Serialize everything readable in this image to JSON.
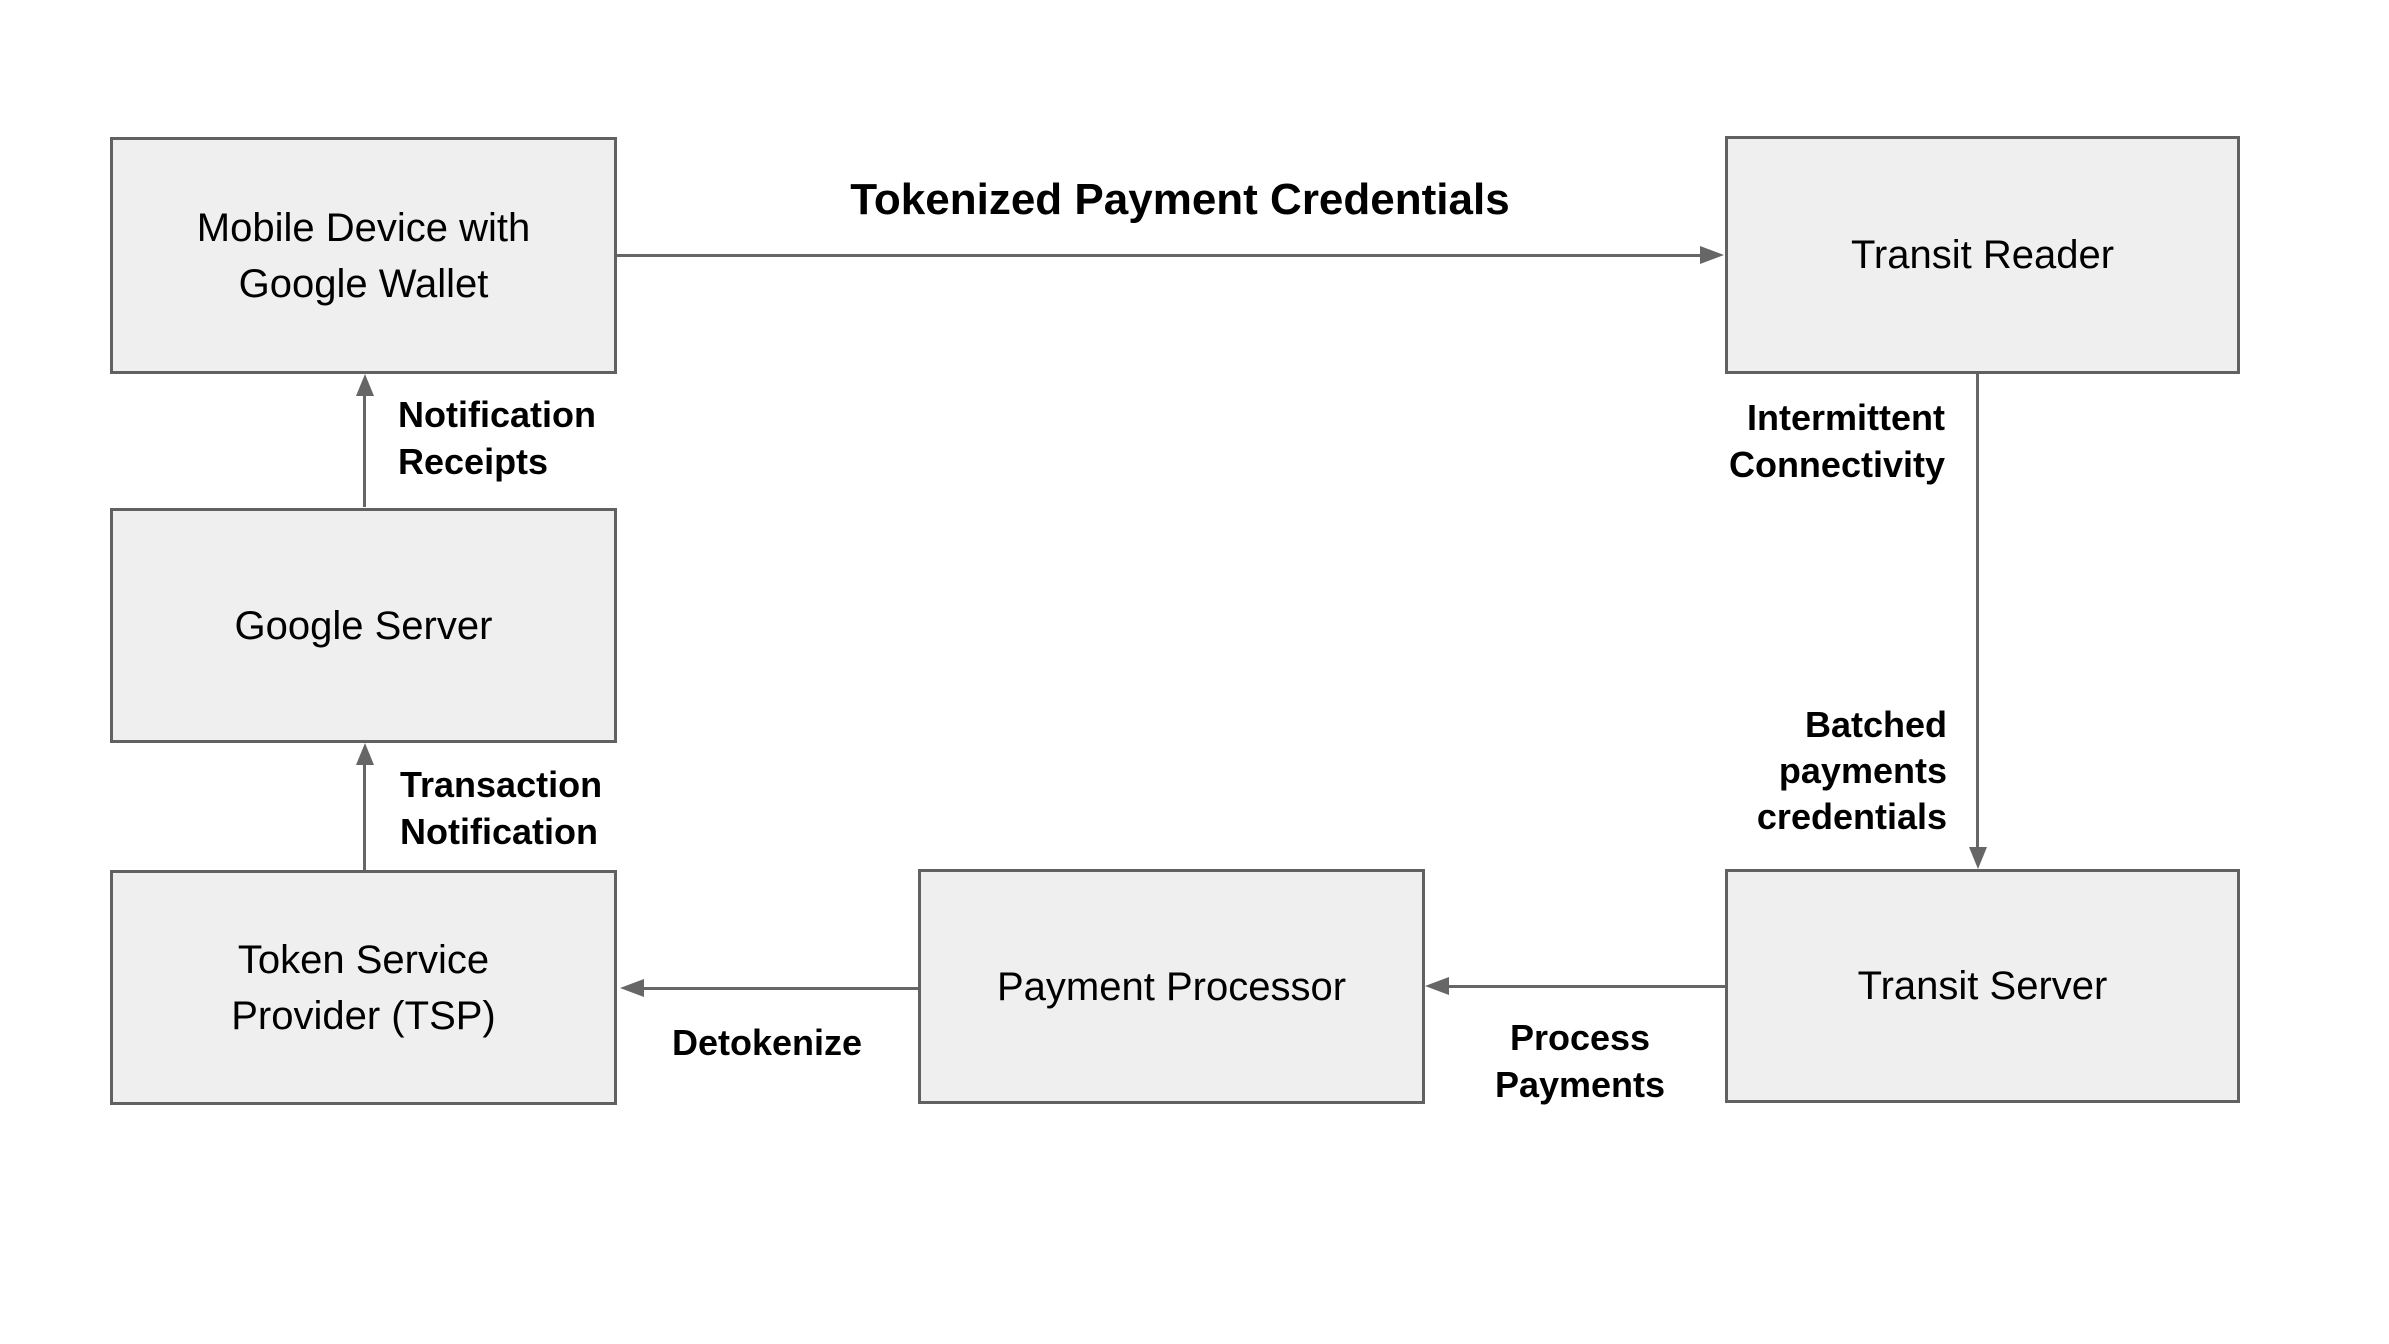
{
  "diagram": {
    "colors": {
      "background": "#ffffff",
      "node_fill": "#efefef",
      "node_border": "#616161",
      "arrow": "#666666",
      "text": "#000000"
    },
    "nodes": {
      "mobile_device": {
        "lines": [
          "Mobile Device with",
          "Google Wallet"
        ]
      },
      "transit_reader": {
        "lines": [
          "Transit Reader"
        ]
      },
      "google_server": {
        "lines": [
          "Google Server"
        ]
      },
      "tsp": {
        "lines": [
          "Token Service",
          "Provider (TSP)"
        ]
      },
      "payment_processor": {
        "lines": [
          "Payment Processor"
        ]
      },
      "transit_server": {
        "lines": [
          "Transit Server"
        ]
      }
    },
    "edges": {
      "tokenized_payment_credentials": {
        "label": "Tokenized Payment Credentials",
        "from": "mobile_device",
        "to": "transit_reader",
        "direction": "right"
      },
      "notification_receipts": {
        "lines": [
          "Notification",
          "Receipts"
        ],
        "from": "google_server",
        "to": "mobile_device",
        "direction": "up"
      },
      "intermittent_connectivity": {
        "lines": [
          "Intermittent",
          "Connectivity"
        ],
        "from": "transit_reader",
        "to": "transit_server",
        "direction": "down"
      },
      "batched_payments_credentials": {
        "lines": [
          "Batched",
          "payments",
          "credentials"
        ],
        "from": "transit_reader",
        "to": "transit_server",
        "direction": "down"
      },
      "transaction_notification": {
        "lines": [
          "Transaction",
          "Notification"
        ],
        "from": "tsp",
        "to": "google_server",
        "direction": "up"
      },
      "process_payments": {
        "lines": [
          "Process",
          "Payments"
        ],
        "from": "transit_server",
        "to": "payment_processor",
        "direction": "left"
      },
      "detokenize": {
        "label": "Detokenize",
        "from": "payment_processor",
        "to": "tsp",
        "direction": "left"
      }
    }
  }
}
